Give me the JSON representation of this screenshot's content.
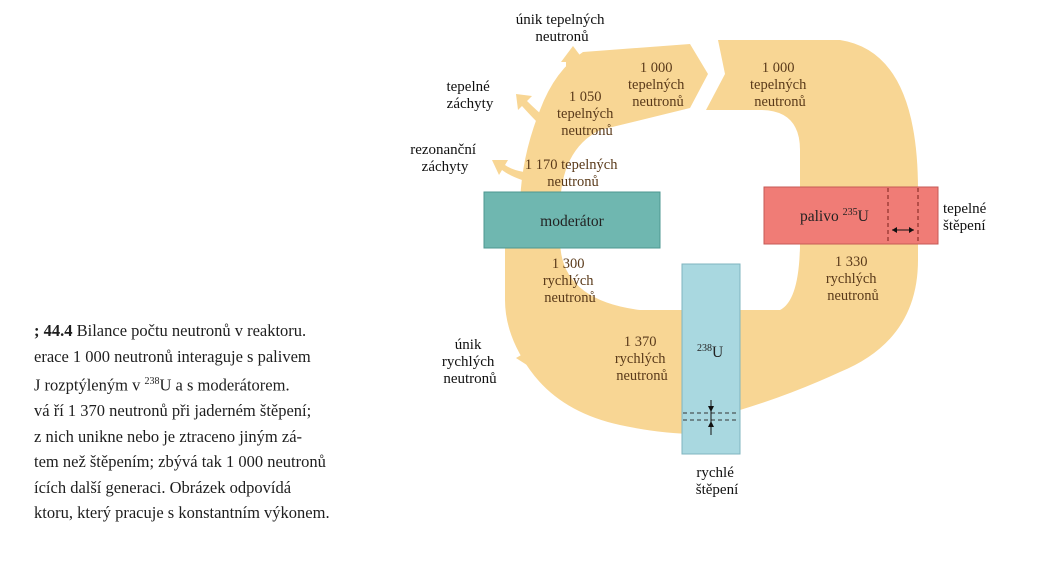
{
  "colors": {
    "flow": "#f8d694",
    "moderator": "#6fb7b0",
    "fuel": "#f07c76",
    "u238": "#a9d8e0"
  },
  "labels": {
    "thermal_leak": [
      "únik tepelných",
      "neutronů"
    ],
    "thermal_capture": [
      "tepelné",
      "záchyty"
    ],
    "resonance_capture": [
      "rezonanční",
      "záchyty"
    ],
    "thermal_fission": [
      "tepelné",
      "štěpení"
    ],
    "fast_leak": [
      "únik",
      "rychlých",
      "neutronů"
    ],
    "fast_fission": [
      "rychlé",
      "štěpení"
    ]
  },
  "flows": {
    "f1000_left": [
      "1 000",
      "tepelných",
      "neutronů"
    ],
    "f1000_right": [
      "1 000",
      "tepelných",
      "neutronů"
    ],
    "f1050": [
      "1 050",
      "tepelných",
      "neutronů"
    ],
    "f1170": [
      "1 170 tepelných",
      "neutronů"
    ],
    "f1300": [
      "1 300",
      "rychlých",
      "neutronů"
    ],
    "f1330": [
      "1 330",
      "rychlých",
      "neutronů"
    ],
    "f1370": [
      "1 370",
      "rychlých",
      "neutronů"
    ]
  },
  "boxes": {
    "moderator": "moderátor",
    "fuel_prefix": "palivo ",
    "fuel_sup": "235",
    "fuel_suffix": "U",
    "u238_sup": "238",
    "u238_suffix": "U"
  },
  "caption": {
    "fig_num": "; 44.4",
    "lines": [
      " Bilance počtu neutronů v reaktoru.",
      "erace 1 000 neutronů interaguje s palivem",
      "J rozptýleným v ",
      "238",
      "U a s moderátorem.",
      "vá ří 1 370 neutronů při jaderném štěpení;",
      " z nich unikne nebo je ztraceno jiným zá-",
      "tem než štěpením; zbývá tak 1 000 neutronů",
      "ících další generaci. Obrázek odpovídá",
      "ktoru, který pracuje s konstantním výkonem."
    ]
  }
}
